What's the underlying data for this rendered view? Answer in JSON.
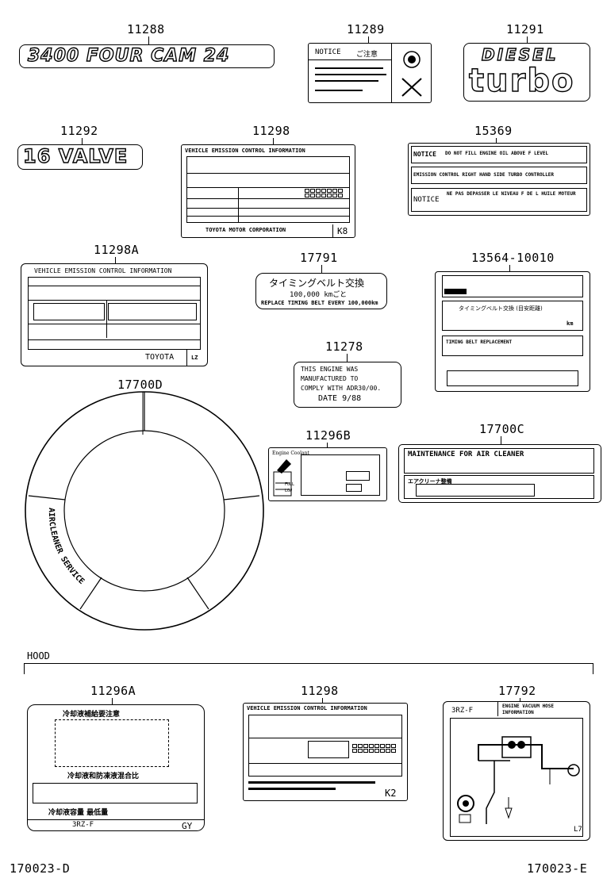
{
  "parts": {
    "p11288": "11288",
    "p11289": "11289",
    "p11291": "11291",
    "p11292": "11292",
    "p11298": "11298",
    "p15369": "15369",
    "p11298a": "11298A",
    "p17791": "17791",
    "p13564": "13564-10010",
    "p11278": "11278",
    "p17700d": "17700D",
    "p11296b": "11296B",
    "p17700c": "17700C",
    "p11296a": "11296A",
    "p11298b": "11298",
    "p17792": "17792"
  },
  "emblems": {
    "fourcam": "3400 FOUR CAM 24",
    "diesel": "DIESEL",
    "turbo": "turbo",
    "valve": "16 VALVE"
  },
  "labels": {
    "notice_11289": "NOTICE",
    "notice_11289_jp": "ご注意",
    "vec_title_11298": "VEHICLE EMISSION CONTROL INFORMATION",
    "toyota_corp_11298": "TOYOTA MOTOR CORPORATION",
    "code_11298": "K8",
    "notice1_15369": "NOTICE",
    "notice1_15369_text": "DO NOT FILL ENGINE OIL ABOVE F LEVEL",
    "notice2_15369_text": "EMISSION CONTROL RIGHT HAND SIDE TURBO CONTROLLER",
    "notice3_15369": "NOTICE",
    "notice3_15369_text": "NE PAS DEPASSER LE NIVEAU F DE L HUILE MOTEUR",
    "vec_title_11298a": "VEHICLE EMISSION CONTROL INFORMATION",
    "toyota_11298a": "TOYOTA",
    "code_11298a": "LZ",
    "jp1_17791": "タイミングベルト交換",
    "jp2_17791": "100,000 kmごと",
    "en_17791": "REPLACE TIMING BELT EVERY 100,000km",
    "line1_13564": "タイミングベルト交換 (目安距離)",
    "line2_13564": "km",
    "line3_13564": "TIMING BELT REPLACEMENT",
    "adr_line1": "THIS ENGINE WAS",
    "adr_line2": "MANUFACTURED TO",
    "adr_line3": "COMPLY WITH ADR30/00.",
    "adr_line4": "DATE 9/88",
    "ring_text": "AIRCLEANER SERVICE",
    "coolant_title": "Engine Coolant",
    "coolant_full": "FULL",
    "coolant_low": "LOW",
    "maint_17700c": "MAINTENANCE FOR AIR CLEANER",
    "maint_17700c_jp": "エアクリーナ整備",
    "hood": "HOOD",
    "jp1_11296a": "冷却液補給要注意",
    "jp2_11296a": "冷却液和防凍液混合比",
    "jp3_11296a": "冷却液容量  最低量",
    "engine_11296a": "3RZ-F",
    "code_11296a": "GY",
    "vec_title_11298b": "VEHICLE EMISSION CONTROL INFORMATION",
    "code_11298b": "K2",
    "engine_17792": "3RZ-F",
    "title_17792": "ENGINE VACUUM HOSE INFORMATION",
    "code_17792": "L7"
  },
  "footer": {
    "left": "170023-D",
    "right": "170023-E"
  }
}
